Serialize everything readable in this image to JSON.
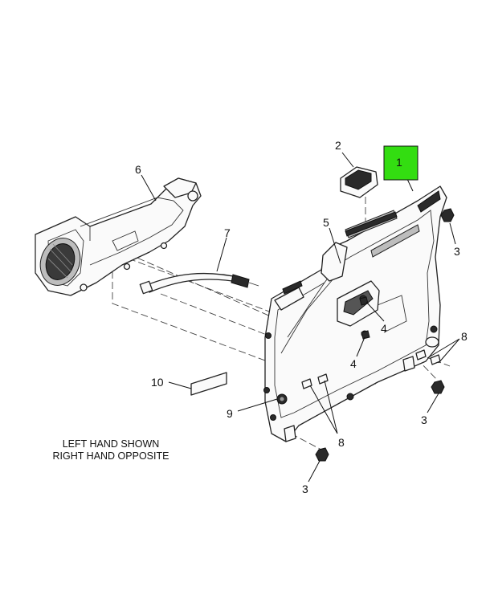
{
  "diagram": {
    "note_lines": [
      "LEFT HAND SHOWN",
      "RIGHT HAND OPPOSITE"
    ],
    "callouts": [
      {
        "id": "c1",
        "text": "1",
        "highlight": true
      },
      {
        "id": "c2",
        "text": "2"
      },
      {
        "id": "c3a",
        "text": "3"
      },
      {
        "id": "c3b",
        "text": "3"
      },
      {
        "id": "c3c",
        "text": "3"
      },
      {
        "id": "c4a",
        "text": "4"
      },
      {
        "id": "c4b",
        "text": "4"
      },
      {
        "id": "c5",
        "text": "5"
      },
      {
        "id": "c6",
        "text": "6"
      },
      {
        "id": "c7",
        "text": "7"
      },
      {
        "id": "c8a",
        "text": "8"
      },
      {
        "id": "c8b",
        "text": "8"
      },
      {
        "id": "c9",
        "text": "9"
      },
      {
        "id": "c10",
        "text": "10"
      }
    ],
    "colors": {
      "highlight": "#33dd11",
      "line": "#222222",
      "background": "#ffffff"
    }
  }
}
